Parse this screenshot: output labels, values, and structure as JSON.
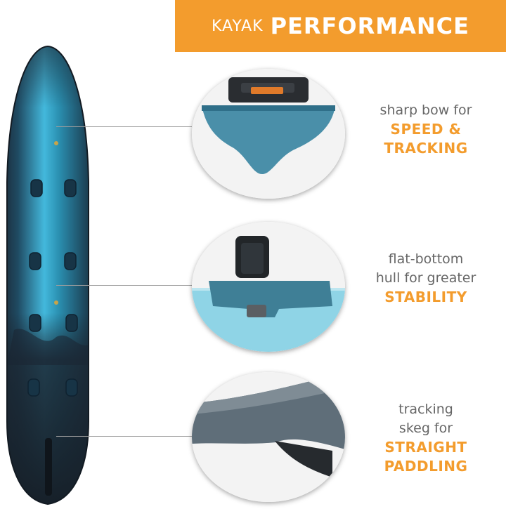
{
  "header": {
    "prefix": "KAYAK",
    "title": "PERFORMANCE",
    "bg_color": "#f39c2d"
  },
  "features": [
    {
      "description": [
        "sharp bow for"
      ],
      "highlight": [
        "SPEED &",
        "TRACKING"
      ]
    },
    {
      "description": [
        "flat-bottom",
        "hull for greater"
      ],
      "highlight": [
        "STABILITY"
      ]
    },
    {
      "description": [
        "tracking",
        "skeg for"
      ],
      "highlight": [
        "STRAIGHT",
        "PADDLING"
      ]
    }
  ],
  "colors": {
    "highlight": "#f39c2d",
    "text": "#666666",
    "kayak_deep": "#1b2733",
    "kayak_teal": "#1d8fb3",
    "kayak_light": "#43b8dc",
    "water": "#8fd4e6"
  }
}
